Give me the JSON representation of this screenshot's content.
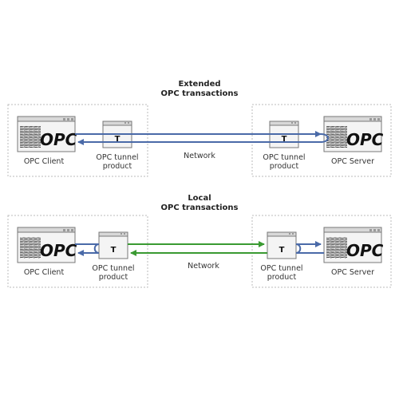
{
  "colors": {
    "blue_arrow": "#4a6aa8",
    "green_arrow": "#3a9a32",
    "dashed_border": "#bbbbbb"
  },
  "top_section": {
    "title_line1": "Extended",
    "title_line2": "OPC transactions",
    "client_label": "OPC Client",
    "client_logo": "OPC",
    "tunnel_left_label_line1": "OPC tunnel",
    "tunnel_left_label_line2": "product",
    "tunnel_left_glyph": "T",
    "network_label": "Network",
    "tunnel_right_label_line1": "OPC tunnel",
    "tunnel_right_label_line2": "product",
    "tunnel_right_glyph": "T",
    "server_label": "OPC Server",
    "server_logo": "OPC"
  },
  "bottom_section": {
    "title_line1": "Local",
    "title_line2": "OPC transactions",
    "client_label": "OPC Client",
    "client_logo": "OPC",
    "tunnel_left_label_line1": "OPC tunnel",
    "tunnel_left_label_line2": "product",
    "tunnel_left_glyph": "T",
    "network_label": "Network",
    "tunnel_right_label_line1": "OPC tunnel",
    "tunnel_right_label_line2": "product",
    "tunnel_right_glyph": "T",
    "server_label": "OPC Server",
    "server_logo": "OPC"
  }
}
